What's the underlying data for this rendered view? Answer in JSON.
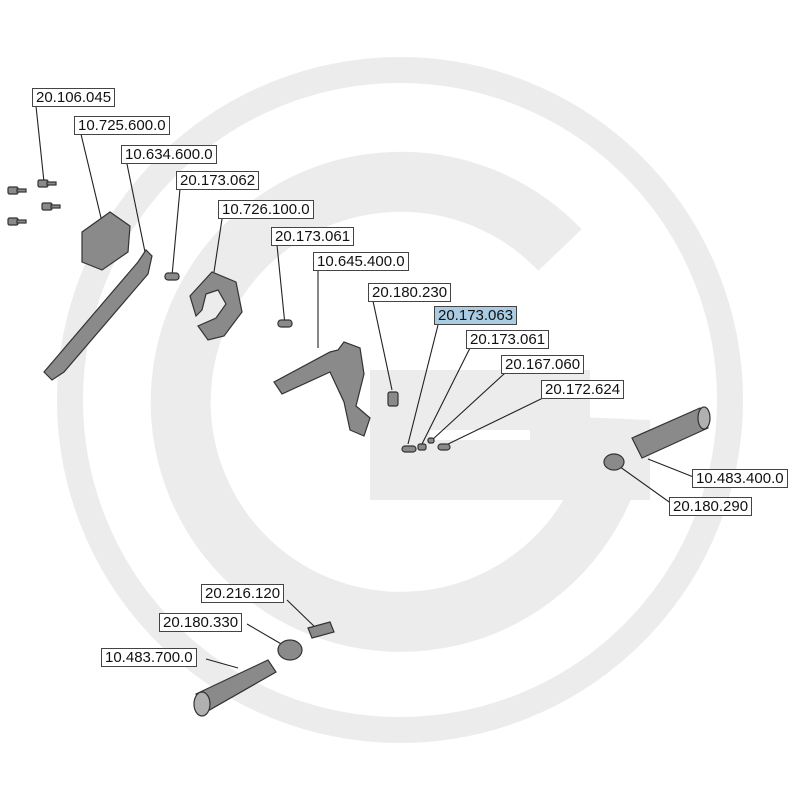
{
  "diagram": {
    "watermark_icon": "granit-g-logo-icon",
    "highlight_color": "#a9cce3",
    "part_labels": [
      {
        "id": "p1",
        "text": "20.106.045"
      },
      {
        "id": "p2",
        "text": "10.725.600.0"
      },
      {
        "id": "p3",
        "text": "10.634.600.0"
      },
      {
        "id": "p4",
        "text": "20.173.062"
      },
      {
        "id": "p5",
        "text": "10.726.100.0"
      },
      {
        "id": "p6",
        "text": "20.173.061"
      },
      {
        "id": "p7",
        "text": "10.645.400.0"
      },
      {
        "id": "p8",
        "text": "20.180.230"
      },
      {
        "id": "p9",
        "text": "20.173.063",
        "highlighted": true
      },
      {
        "id": "p10",
        "text": "20.173.061"
      },
      {
        "id": "p11",
        "text": "20.167.060"
      },
      {
        "id": "p12",
        "text": "20.172.624"
      },
      {
        "id": "p13",
        "text": "10.483.400.0"
      },
      {
        "id": "p14",
        "text": "20.180.290"
      },
      {
        "id": "p15",
        "text": "20.216.120"
      },
      {
        "id": "p16",
        "text": "20.180.330"
      },
      {
        "id": "p17",
        "text": "10.483.700.0"
      }
    ]
  }
}
